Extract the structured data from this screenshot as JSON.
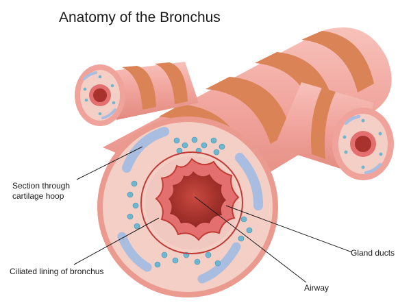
{
  "diagram": {
    "title": "Anatomy of the Bronchus",
    "labels": {
      "section_line1": "Section through",
      "section_line2": "cartilage hoop",
      "ciliated": "Ciliated lining of bronchus",
      "gland_ducts": "Gland ducts",
      "airway": "Airway"
    }
  },
  "colors": {
    "tube_pink": "#f2a9a3",
    "cartilage_band": "#d98356",
    "wall_light": "#f3cfc6",
    "cartilage_plate": "#a9bde0",
    "gland_blue": "#6fb6cf",
    "mucosa": "#e46f6f",
    "lumen": "#a8322e"
  }
}
